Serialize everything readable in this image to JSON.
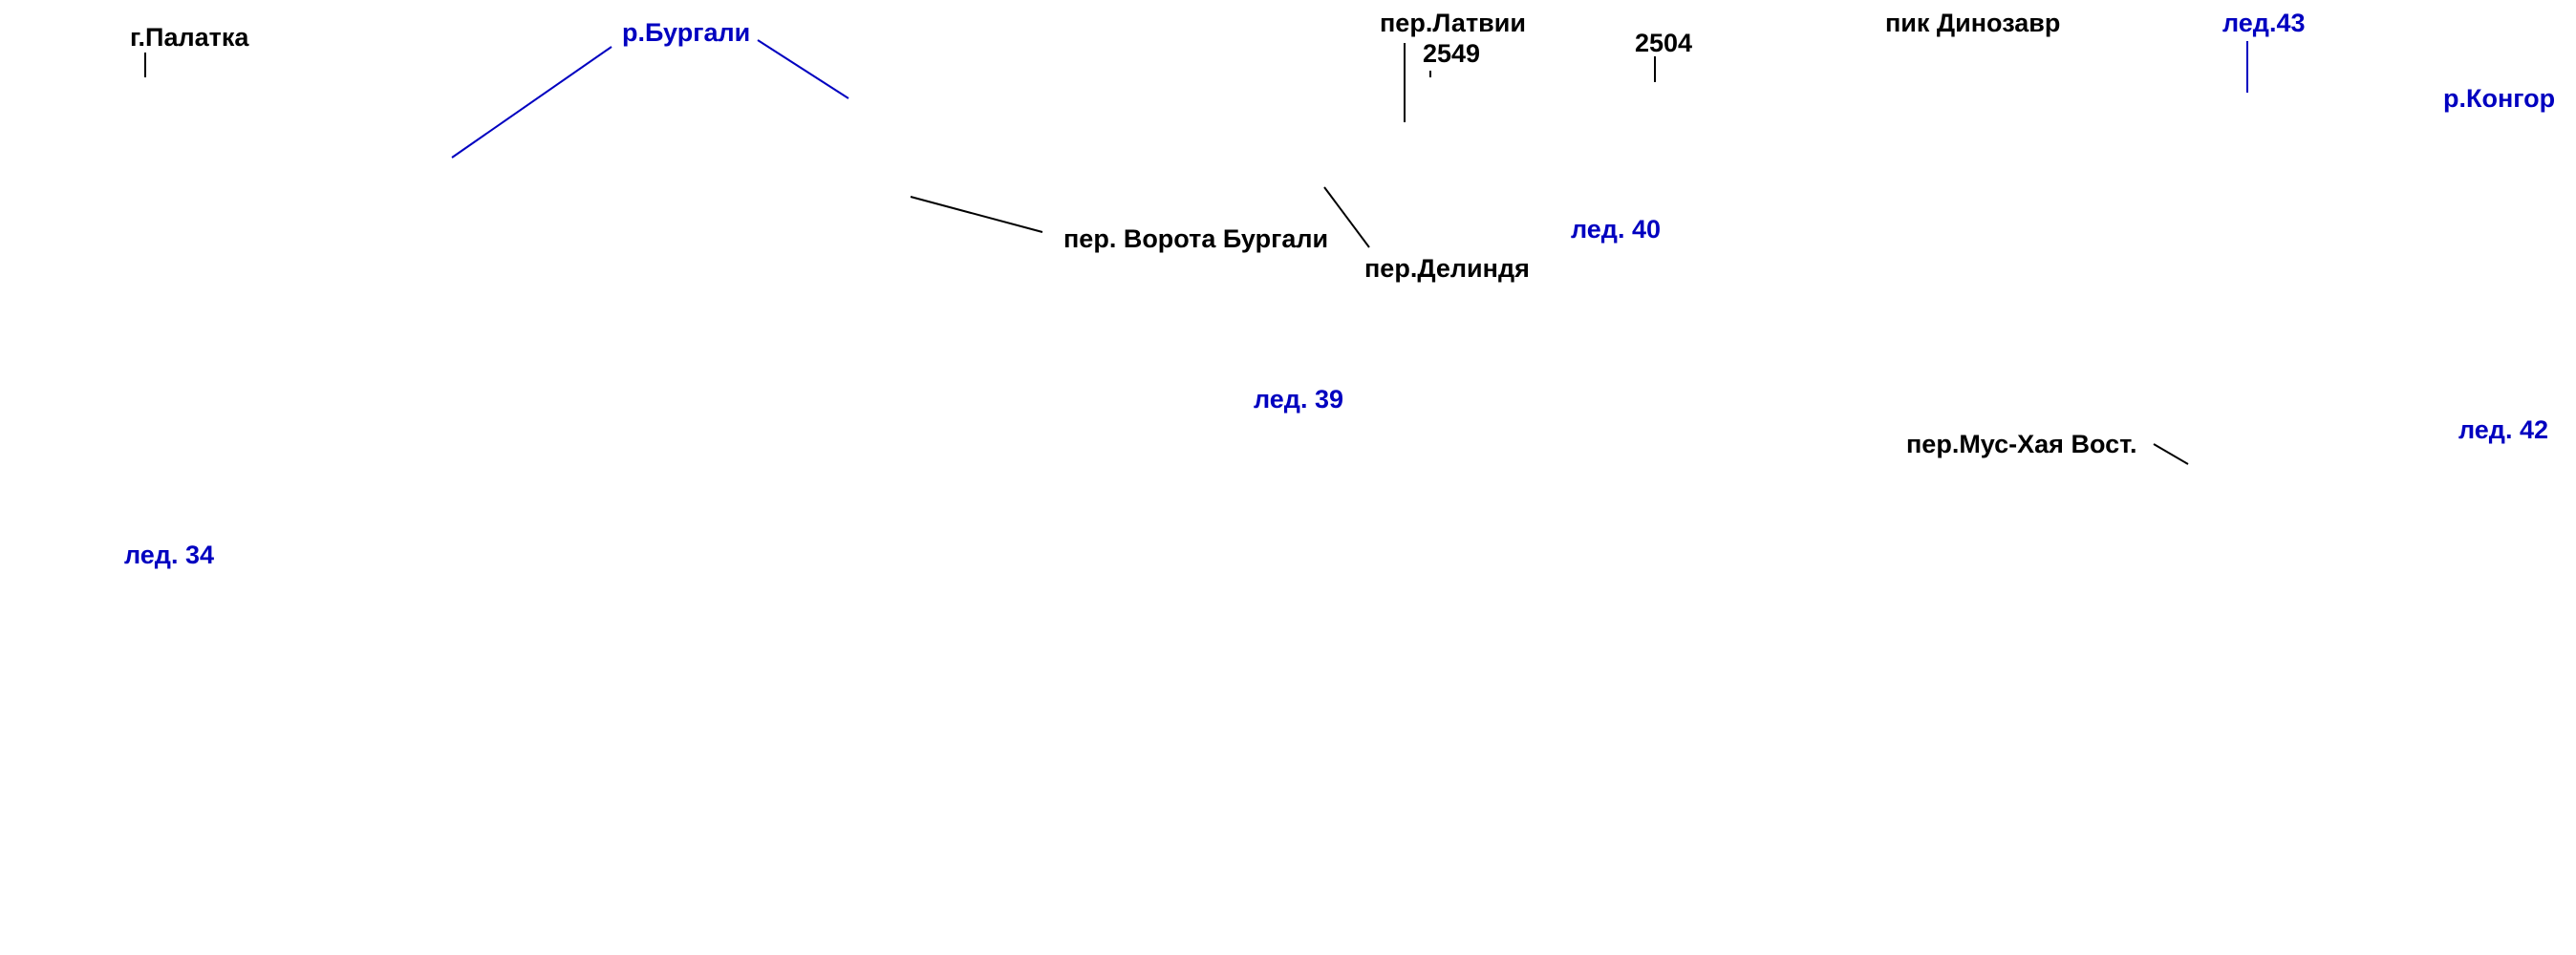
{
  "colors": {
    "feature_black": "#000000",
    "water_blue": "#0000c0",
    "background": "#ffffff"
  },
  "labels": {
    "palatka": "г.Палатка",
    "burgali_river": "р.Бургали",
    "latvia_pass": "пер.Латвии",
    "peak_2549": "2549",
    "peak_2504": "2504",
    "dinozavr_peak": "пик Динозавр",
    "glacier_43": "лед.43",
    "kongor_river": "р.Конгор",
    "burgali_gate_pass": "пер. Ворота Бургали",
    "delindya_pass": "пер.Делиндя",
    "glacier_40": "лед. 40",
    "glacier_39": "лед. 39",
    "mus_khaya_east_pass": "пер.Мус-Хая Вост.",
    "glacier_42": "лед. 42",
    "glacier_34": "лед. 34"
  }
}
